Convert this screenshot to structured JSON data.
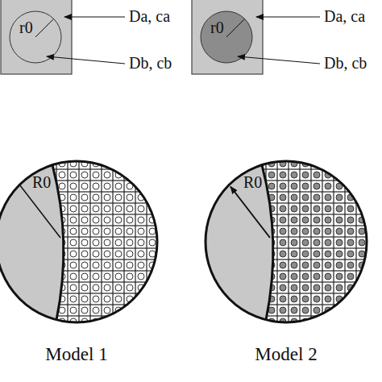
{
  "diagram": {
    "labels": [
      "Da, ca",
      "Db, cb",
      "r0",
      "Da, ca",
      "Db, cb",
      "r0",
      "R0",
      "R0",
      "Model 1",
      "Model 2"
    ]
  }
}
